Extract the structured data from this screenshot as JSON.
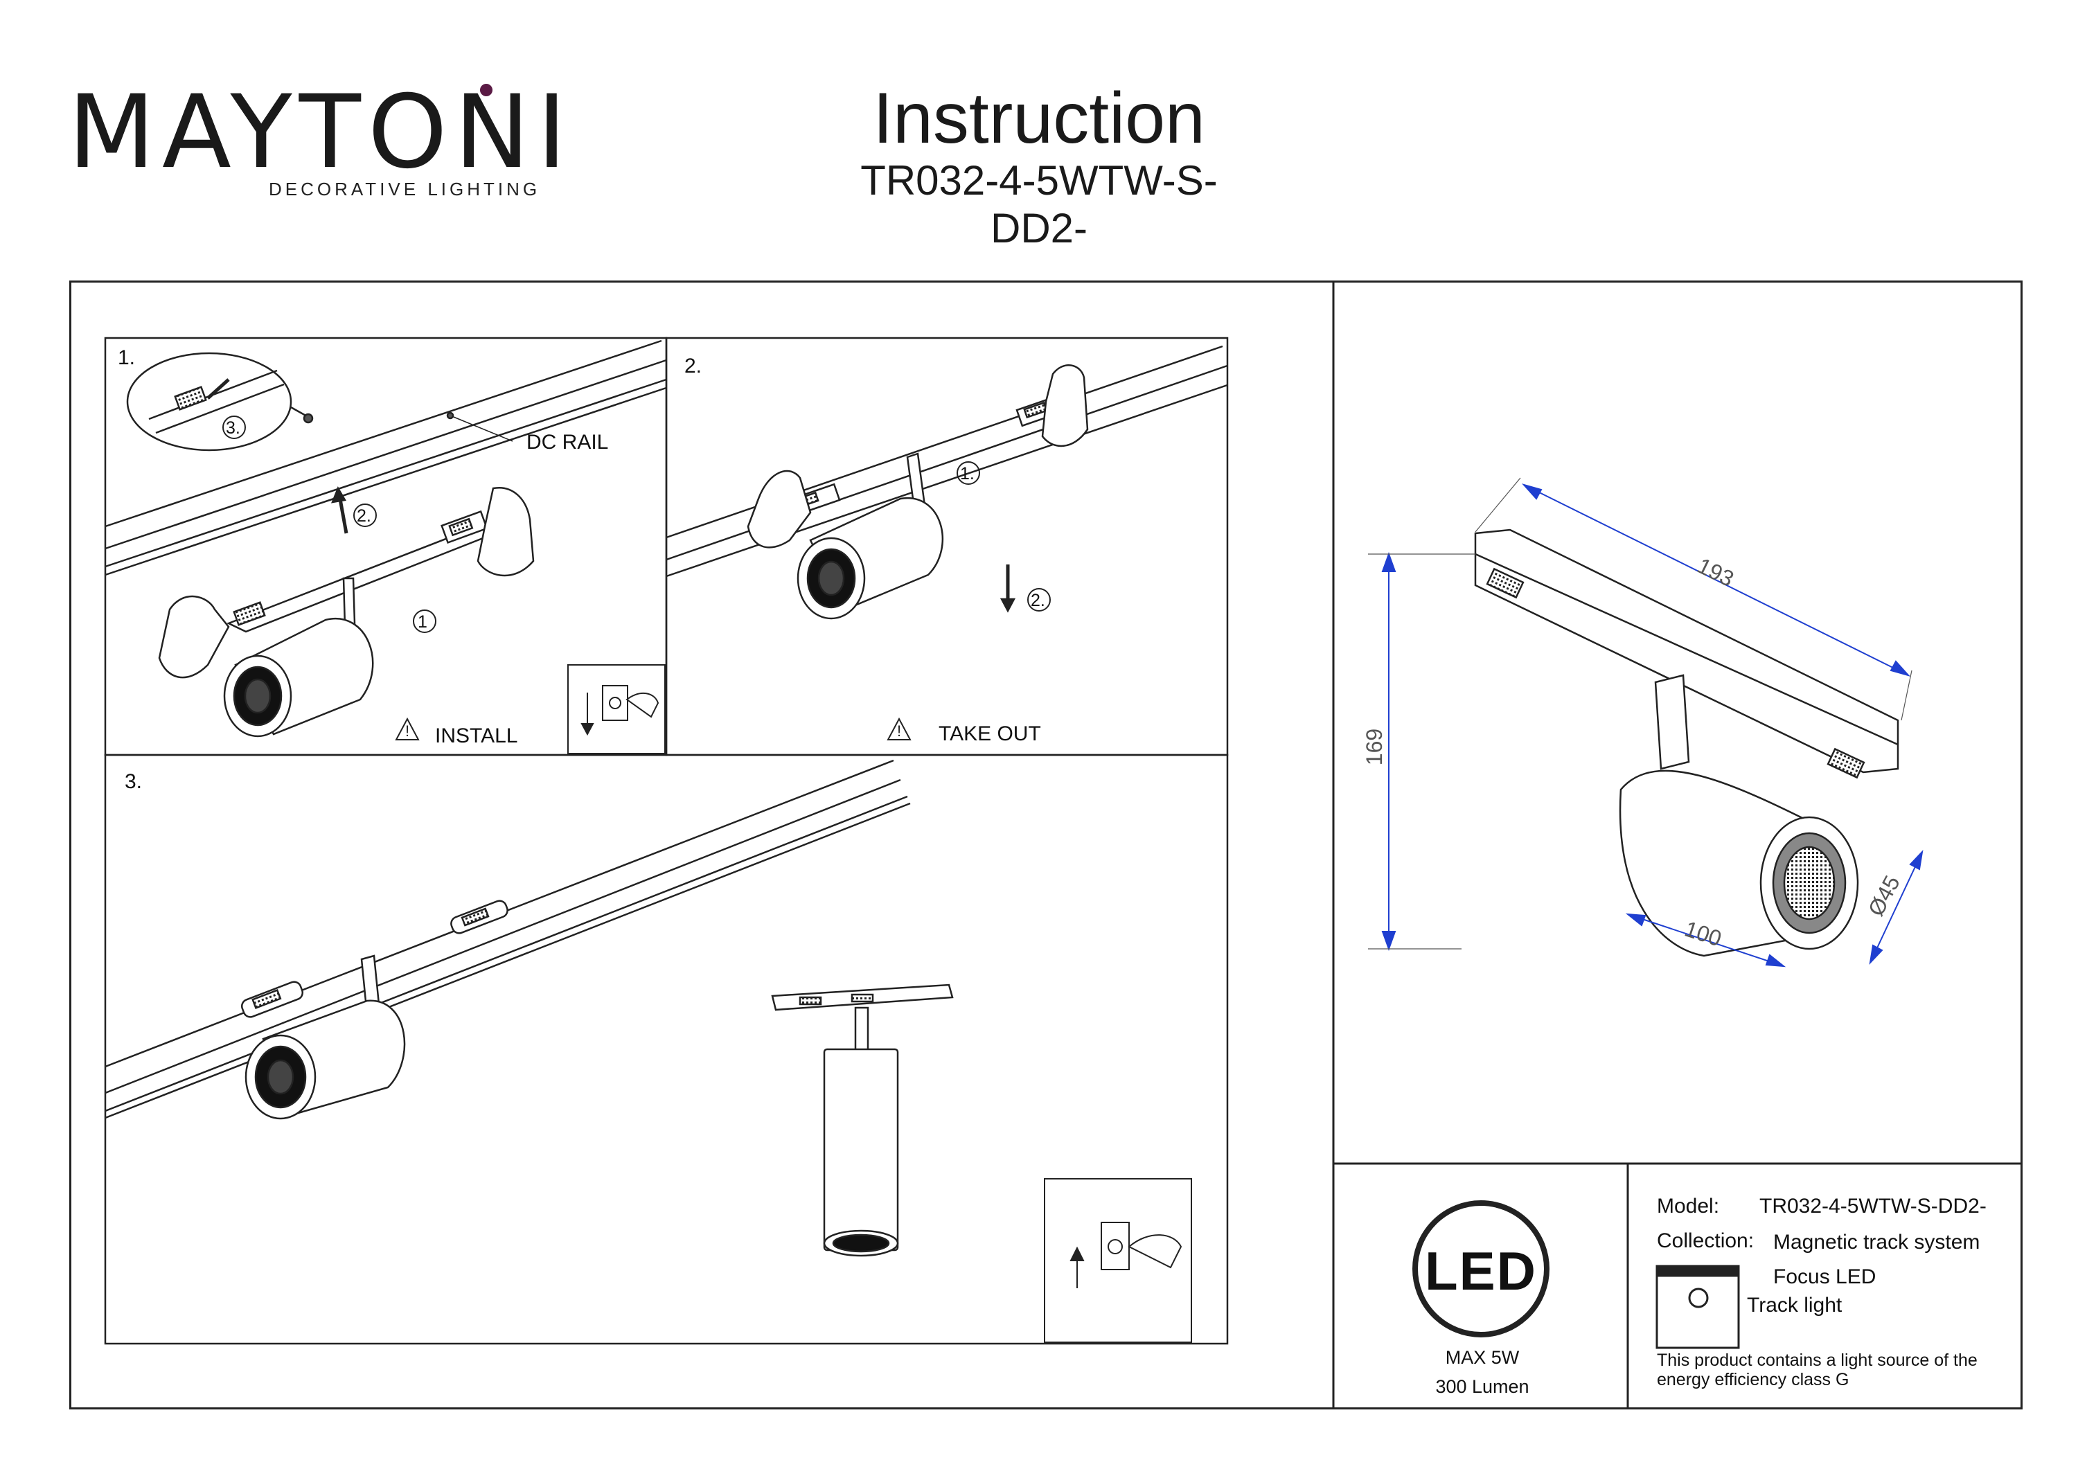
{
  "brand": {
    "name": "MAYTONI",
    "tagline": "DECORATIVE LIGHTING"
  },
  "header": {
    "title": "Instruction",
    "model": "TR032-4-5WTW-S-DD2-"
  },
  "steps": [
    {
      "number": "1.",
      "rail_label": "DC RAIL",
      "warning": "INSTALL",
      "markers": [
        "1",
        "2.",
        "3."
      ]
    },
    {
      "number": "2.",
      "warning": "TAKE OUT",
      "markers": [
        "1.",
        "2."
      ]
    },
    {
      "number": "3."
    }
  ],
  "dimensions": {
    "length": "193",
    "height": "169",
    "depth": "100",
    "diameter": "Ø45"
  },
  "energy": {
    "badge": "LED",
    "power": "MAX 5W",
    "flux": "300 Lumen"
  },
  "specs": {
    "model_label": "Model:",
    "model_value": "TR032-4-5WTW-S-DD2-",
    "collection_label": "Collection:",
    "collection_value": "Magnetic track system",
    "line": "Focus LED",
    "type": "Track light",
    "note": "This product contains a light source of the energy efficiency class G"
  },
  "colors": {
    "ink": "#222222",
    "dimension": "#1f3fd0",
    "brand_accent": "#5a1a44"
  },
  "icons": [
    "warning-icon",
    "switch-off-icon",
    "switch-on-icon",
    "ceiling-mount-icon"
  ]
}
